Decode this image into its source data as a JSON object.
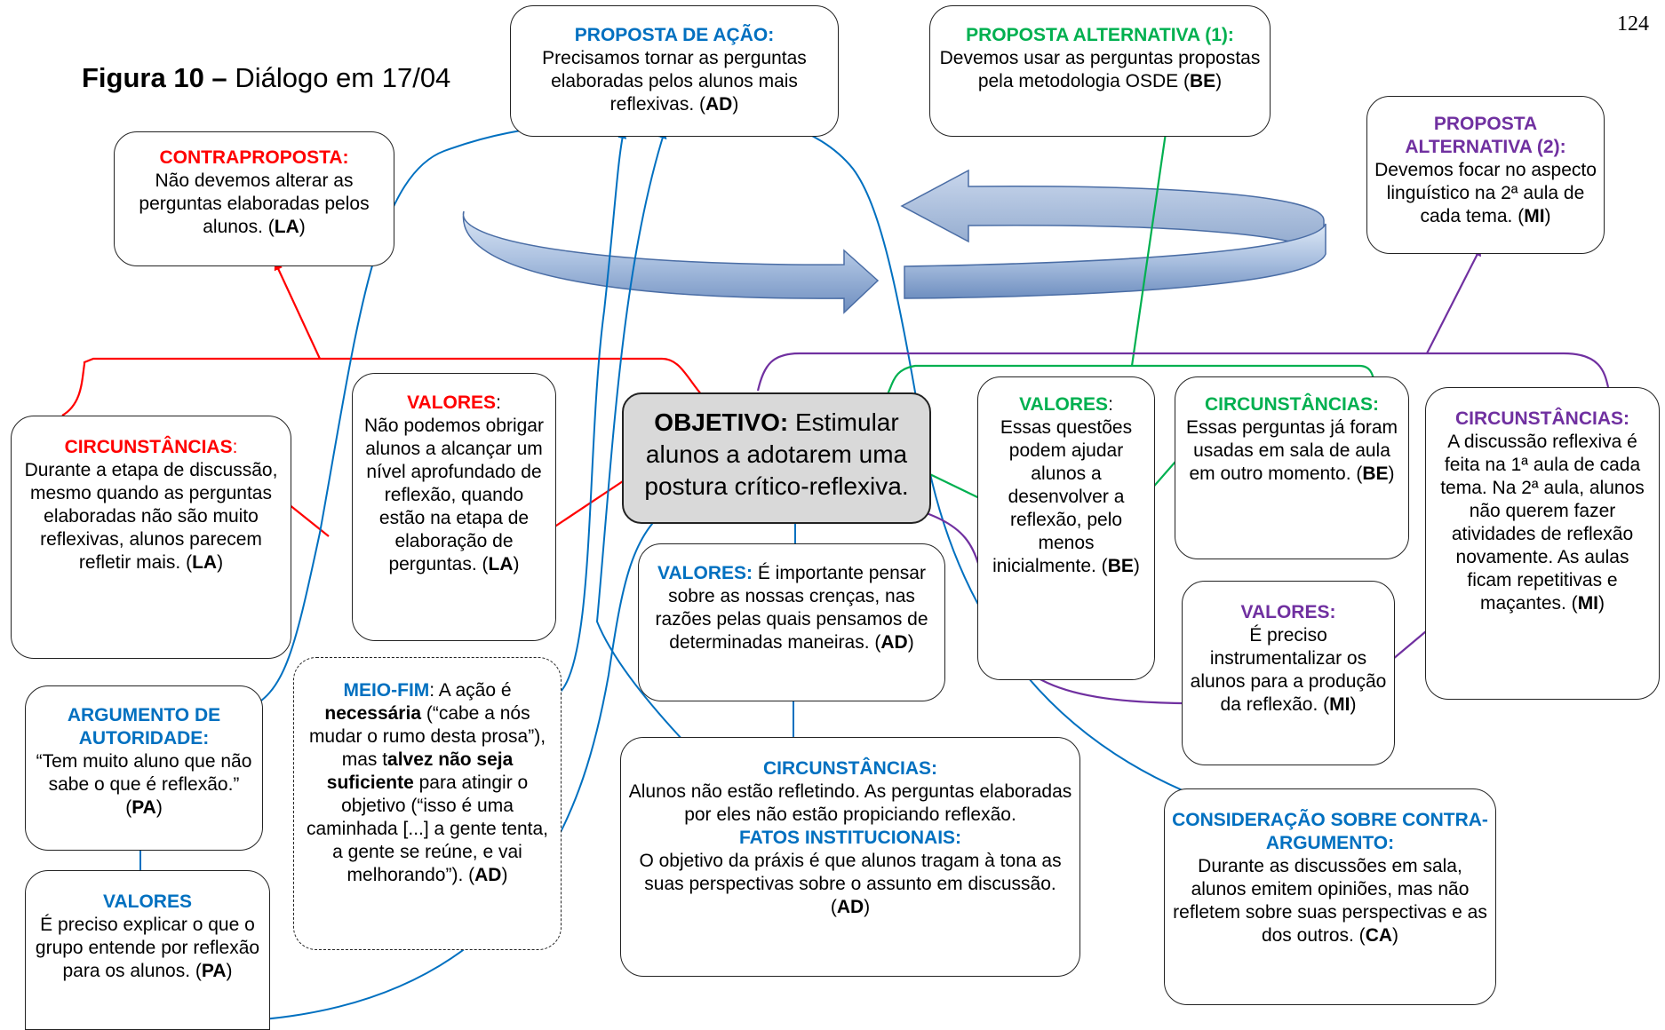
{
  "page_number": "124",
  "figure": {
    "label": "Figura 10 –",
    "title": "Diálogo em 17/04"
  },
  "colors": {
    "red": "#ff0000",
    "blue": "#0070c0",
    "green": "#00b050",
    "purple": "#7030a0",
    "center_fill": "#d9d9d9"
  },
  "icons": [
    "cycle-arrows-icon"
  ],
  "boxes": {
    "proposta_acao": {
      "heading": "PROPOSTA DE AÇÃO:",
      "text": "Precisamos tornar as perguntas elaboradas pelos alunos mais reflexivas. (",
      "code": "AD",
      "close": ")"
    },
    "proposta_alt1": {
      "heading": "PROPOSTA ALTERNATIVA (1):",
      "text": "Devemos usar as perguntas propostas pela metodologia OSDE (",
      "code": "BE",
      "close": ")"
    },
    "proposta_alt2": {
      "heading": "PROPOSTA ALTERNATIVA (2):",
      "text": "Devemos focar no aspecto linguístico na 2ª aula de cada tema. (",
      "code": "MI",
      "close": ")"
    },
    "contraproposta": {
      "heading": "CONTRAPROPOSTA:",
      "text": "Não devemos alterar as perguntas elaboradas pelos alunos. (",
      "code": "LA",
      "close": ")"
    },
    "circ_la": {
      "heading": "CIRCUNSTÂNCIAS",
      "colon": ":",
      "text": "Durante a etapa de discussão, mesmo quando as perguntas elaboradas não são muito reflexivas, alunos parecem refletir mais. (",
      "code": "LA",
      "close": ")"
    },
    "valores_la": {
      "heading": "VALORES",
      "colon": ":",
      "text": "Não podemos obrigar alunos a alcançar um nível aprofundado de reflexão, quando estão na etapa de elaboração de perguntas. (",
      "code": "LA",
      "close": ")"
    },
    "objetivo": {
      "heading": "OBJETIVO:",
      "text": " Estimular alunos a adotarem uma postura crítico-reflexiva."
    },
    "valores_be": {
      "heading": "VALORES",
      "colon": ":",
      "text": "Essas questões podem ajudar alunos a desenvolver a reflexão, pelo menos inicialmente. (",
      "code": "BE",
      "close": ")"
    },
    "circ_be": {
      "heading": "CIRCUNSTÂNCIAS:",
      "text": "Essas perguntas já foram usadas em sala de aula em outro momento. (",
      "code": "BE",
      "close": ")"
    },
    "circ_mi": {
      "heading": "CIRCUNSTÂNCIAS:",
      "text": "A discussão reflexiva é feita na 1ª aula de cada tema. Na 2ª aula, alunos não querem fazer atividades de reflexão novamente. As aulas ficam repetitivas e maçantes. (",
      "code": "MI",
      "close": ")"
    },
    "valores_ad": {
      "heading": "VALORES:",
      "text": " É importante pensar sobre as nossas crenças, nas razões pelas quais pensamos de determinadas maneiras. (",
      "code": "AD",
      "close": ")"
    },
    "valores_mi": {
      "heading": "VALORES:",
      "text": "É preciso instrumentalizar os alunos para a produção da reflexão. (",
      "code": "MI",
      "close": ")"
    },
    "argumento": {
      "heading": "ARGUMENTO DE AUTORIDADE:",
      "text": "“Tem muito aluno que não sabe o que é reflexão.” (",
      "code": "PA",
      "close": ")"
    },
    "meio_fim": {
      "heading": "MEIO-FIM",
      "t1": ": A ação é ",
      "b1": "necessária",
      "t2": " (“cabe a nós mudar o rumo desta prosa”), mas t",
      "b2": "alvez não seja suficiente",
      "t3": " para atingir o objetivo (“isso é uma caminhada [...] a gente tenta, a gente se reúne, e vai melhorando”). (",
      "code": "AD",
      "close": ")"
    },
    "circ_ad": {
      "heading": "CIRCUNSTÂNCIAS:",
      "text": "Alunos não estão refletindo. As perguntas elaboradas por eles não estão propiciando reflexão.",
      "heading2": "FATOS INSTITUCIONAIS:",
      "text2": "O objetivo da práxis é que alunos tragam à tona as suas perspectivas sobre o assunto em discussão. (",
      "code": "AD",
      "close": ")"
    },
    "consideracao": {
      "heading": "CONSIDERAÇÃO SOBRE CONTRA-ARGUMENTO:",
      "text": "Durante as discussões em sala, alunos emitem opiniões, mas não refletem sobre suas perspectivas e as dos outros. (",
      "code": "CA",
      "close": ")"
    },
    "valores_pa": {
      "heading": "VALORES",
      "text": "É preciso explicar o que o grupo entende por reflexão para os alunos. (",
      "code": "PA",
      "close": ")"
    }
  }
}
